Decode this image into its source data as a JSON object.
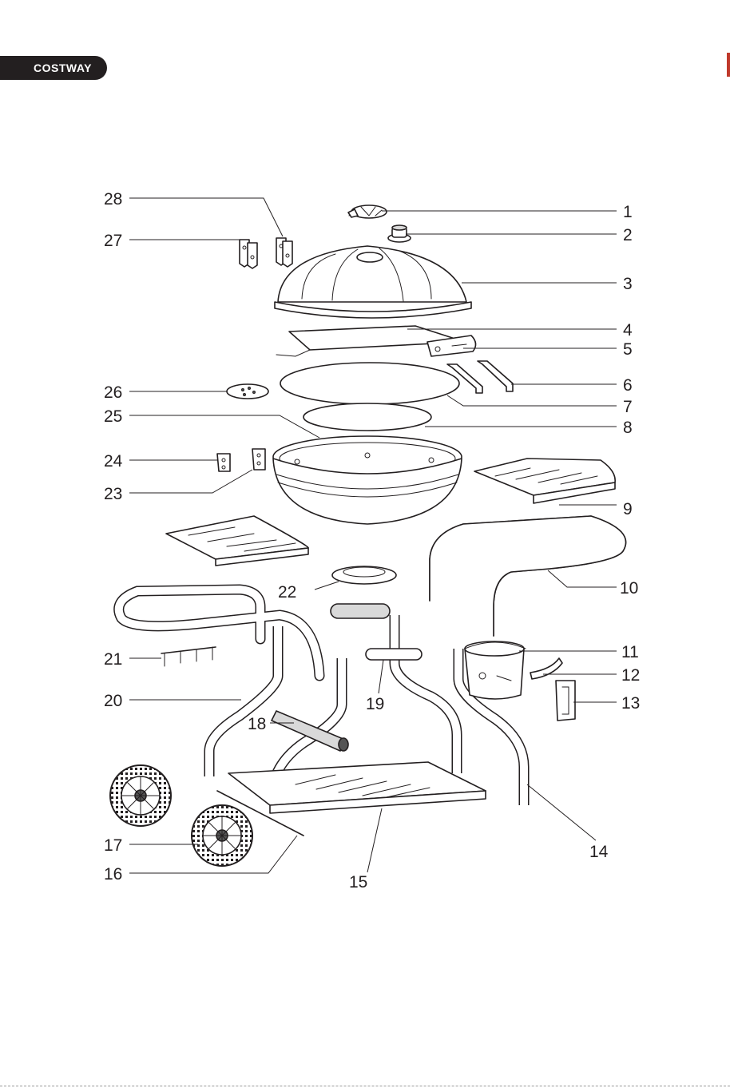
{
  "brand": {
    "logo_text": "COSTWAY",
    "colors": {
      "logo_bg": "#231f20",
      "accent": "#c0392b"
    }
  },
  "parts": [
    {
      "id": "p1",
      "label": "1"
    },
    {
      "id": "p2",
      "label": "2"
    },
    {
      "id": "p3",
      "label": "3"
    },
    {
      "id": "p4",
      "label": "4"
    },
    {
      "id": "p5",
      "label": "5"
    },
    {
      "id": "p6",
      "label": "6"
    },
    {
      "id": "p7",
      "label": "7"
    },
    {
      "id": "p8",
      "label": "8"
    },
    {
      "id": "p9",
      "label": "9"
    },
    {
      "id": "p10",
      "label": "10"
    },
    {
      "id": "p11",
      "label": "11"
    },
    {
      "id": "p12",
      "label": "12"
    },
    {
      "id": "p13",
      "label": "13"
    },
    {
      "id": "p14",
      "label": "14"
    },
    {
      "id": "p15",
      "label": "15"
    },
    {
      "id": "p16",
      "label": "16"
    },
    {
      "id": "p17",
      "label": "17"
    },
    {
      "id": "p18",
      "label": "18"
    },
    {
      "id": "p19",
      "label": "19"
    },
    {
      "id": "p20",
      "label": "20"
    },
    {
      "id": "p21",
      "label": "21"
    },
    {
      "id": "p22",
      "label": "22"
    },
    {
      "id": "p23",
      "label": "23"
    },
    {
      "id": "p24",
      "label": "24"
    },
    {
      "id": "p25",
      "label": "25"
    },
    {
      "id": "p26",
      "label": "26"
    },
    {
      "id": "p27",
      "label": "27"
    },
    {
      "id": "p28",
      "label": "28"
    }
  ]
}
